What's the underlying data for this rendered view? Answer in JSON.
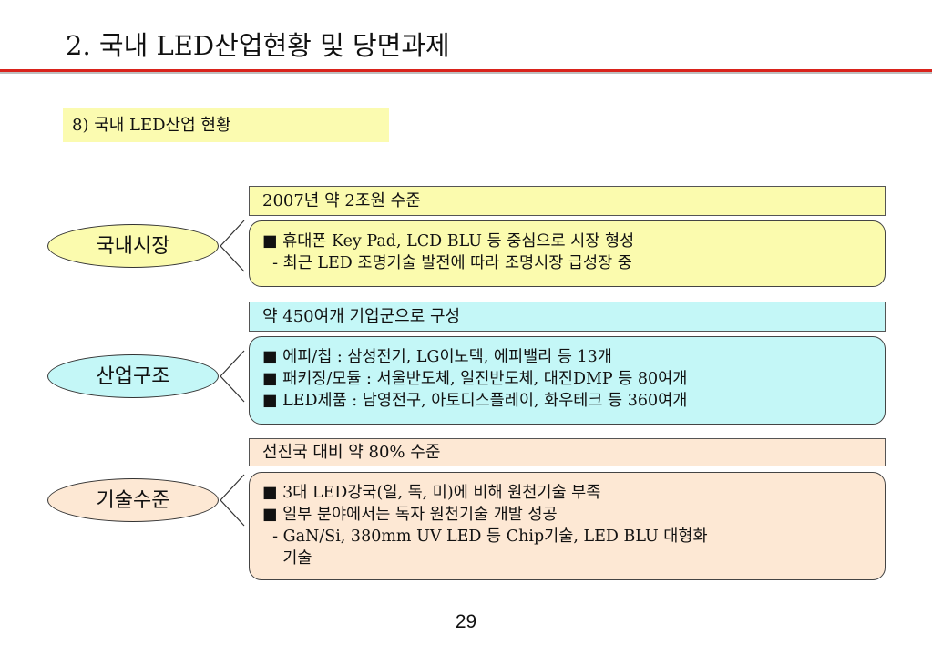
{
  "title": "2. 국내 LED산업현황 및 당면과제",
  "section_tag": "8)  국내 LED산업 현황",
  "rows": [
    {
      "oval_label": "국내시장",
      "header": "2007년 약 2조원 수준",
      "lines": [
        "■ 휴대폰 Key Pad, LCD BLU 등 중심으로 시장 형성",
        "  - 최근 LED 조명기술 발전에 따라 조명시장 급성장 중"
      ]
    },
    {
      "oval_label": "산업구조",
      "header": "약 450여개 기업군으로 구성",
      "lines": [
        "■ 에피/칩 : 삼성전기, LG이노텍, 에피밸리 등 13개",
        "■ 패키징/모듈 : 서울반도체, 일진반도체, 대진DMP 등 80여개",
        "■ LED제품 : 남영전구, 아토디스플레이, 화우테크 등 360여개"
      ]
    },
    {
      "oval_label": "기술수준",
      "header": "선진국 대비 약 80% 수준",
      "lines": [
        "■ 3대 LED강국(일, 독, 미)에 비해 원천기술 부족",
        "■ 일부 분야에서는 독자 원천기술 개발 성공",
        "  - GaN/Si, 380mm UV LED 등 Chip기술, LED BLU 대형화",
        "    기술"
      ]
    }
  ],
  "page_number": "29",
  "colors": {
    "accent_red": "#d9231c",
    "yellow": "#fbfbae",
    "cyan": "#c4f7f7",
    "peach": "#fde8d4"
  }
}
